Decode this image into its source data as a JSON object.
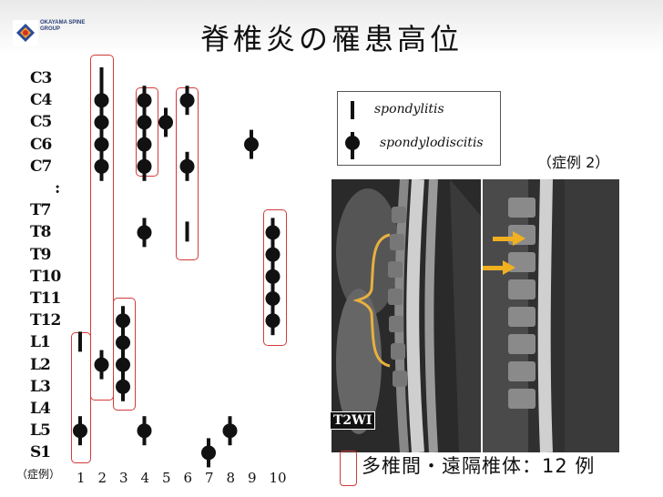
{
  "logo": {
    "text": "OKAYAMA SPINE GROUP"
  },
  "title": "脊椎炎の罹患高位",
  "levels": [
    "C3",
    "C4",
    "C5",
    "C6",
    "C7",
    ":",
    "T7",
    "T8",
    "T9",
    "T10",
    "T11",
    "T12",
    "L1",
    "L2",
    "L3",
    "L4",
    "L5",
    "S1"
  ],
  "x_axis_label": "（症例）",
  "x_ticks": [
    "1",
    "2",
    "3",
    "4",
    "5",
    "6",
    "7",
    "8",
    "9",
    "10"
  ],
  "legend": {
    "spondylitis": "spondylitis",
    "spondylodiscitis": "spondylodiscitis"
  },
  "case2_label": "（症例 2）",
  "mri_label": "T2WI",
  "bottom_text": "多椎間・遠隔椎体：12 例",
  "chart_data": {
    "type": "scatter",
    "x": [
      1,
      2,
      3,
      4,
      5,
      6,
      7,
      8,
      9,
      10
    ],
    "levels": [
      "C3",
      "C4",
      "C5",
      "C6",
      "C7",
      ":",
      "T7",
      "T8",
      "T9",
      "T10",
      "T11",
      "T12",
      "L1",
      "L2",
      "L3",
      "L4",
      "L5",
      "S1"
    ],
    "cases": [
      {
        "case": 1,
        "spondylitis": [
          "L1"
        ],
        "spondylodiscitis": [
          "L5"
        ]
      },
      {
        "case": 2,
        "spondylitis": [
          "C3"
        ],
        "spondylodiscitis": [
          "C4",
          "C5",
          "C6",
          "C7",
          "L2"
        ]
      },
      {
        "case": 3,
        "spondylitis": [],
        "spondylodiscitis": [
          "T12",
          "L1",
          "L2",
          "L3"
        ]
      },
      {
        "case": 4,
        "spondylitis": [],
        "spondylodiscitis": [
          "C4",
          "C5",
          "C6",
          "C7",
          "T8",
          "L5"
        ]
      },
      {
        "case": 5,
        "spondylitis": [],
        "spondylodiscitis": [
          "C5"
        ]
      },
      {
        "case": 6,
        "spondylitis": [
          "T8"
        ],
        "spondylodiscitis": [
          "C4",
          "C7"
        ]
      },
      {
        "case": 7,
        "spondylitis": [],
        "spondylodiscitis": [
          "S1"
        ]
      },
      {
        "case": 8,
        "spondylitis": [],
        "spondylodiscitis": [
          "L5"
        ]
      },
      {
        "case": 9,
        "spondylitis": [],
        "spondylodiscitis": [
          "C6"
        ]
      },
      {
        "case": 10,
        "spondylitis": [],
        "spondylodiscitis": [
          "T8",
          "T9",
          "T10",
          "T11",
          "T12"
        ]
      }
    ],
    "multi_level_cases": [
      1,
      2,
      3,
      4,
      6,
      10
    ]
  },
  "colors": {
    "box": "#d23a3a",
    "arrow": "#f0b020",
    "brace": "#e8b040"
  }
}
